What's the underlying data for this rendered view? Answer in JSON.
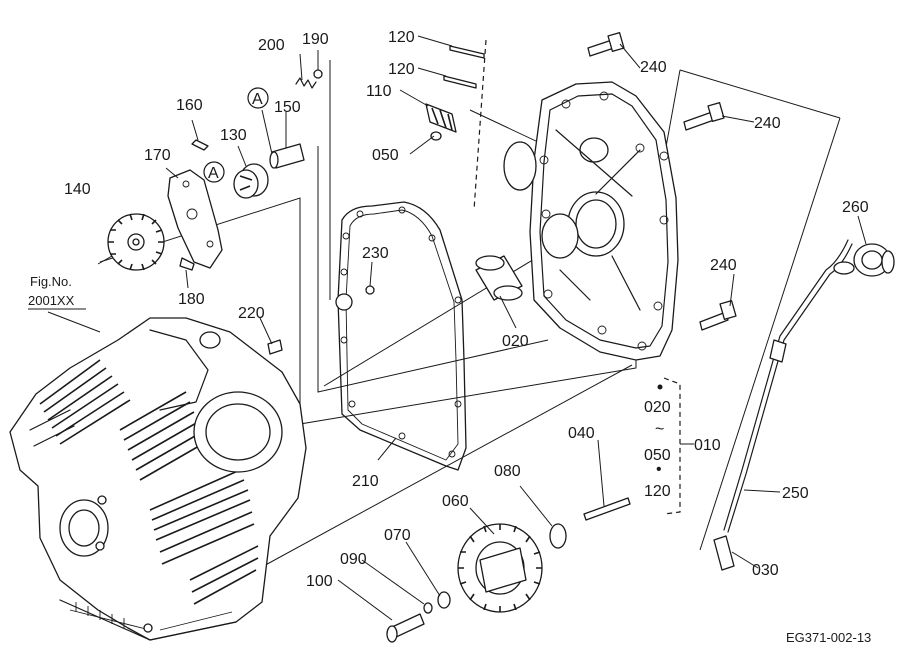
{
  "callouts": {
    "c010": "010",
    "c020a": "020",
    "c020b": "020",
    "c030": "030",
    "c040": "040",
    "c050a": "050",
    "c050b": "050",
    "c060": "060",
    "c070": "070",
    "c080": "080",
    "c090": "090",
    "c100": "100",
    "c110": "110",
    "c120a": "120",
    "c120b": "120",
    "c120c": "120",
    "c130": "130",
    "c140": "140",
    "c150": "150",
    "c160": "160",
    "c170": "170",
    "c180": "180",
    "c190": "190",
    "c200": "200",
    "c210": "210",
    "c220": "220",
    "c230": "230",
    "c240a": "240",
    "c240b": "240",
    "c240c": "240",
    "c250": "250",
    "c260": "260"
  },
  "markers": {
    "a1": "A",
    "a2": "A"
  },
  "range": {
    "tilde": "~",
    "dot": "•"
  },
  "fig_ref": {
    "line1": "Fig.No.",
    "line2": "2001XX"
  },
  "drawing_code": "EG371-002-13"
}
